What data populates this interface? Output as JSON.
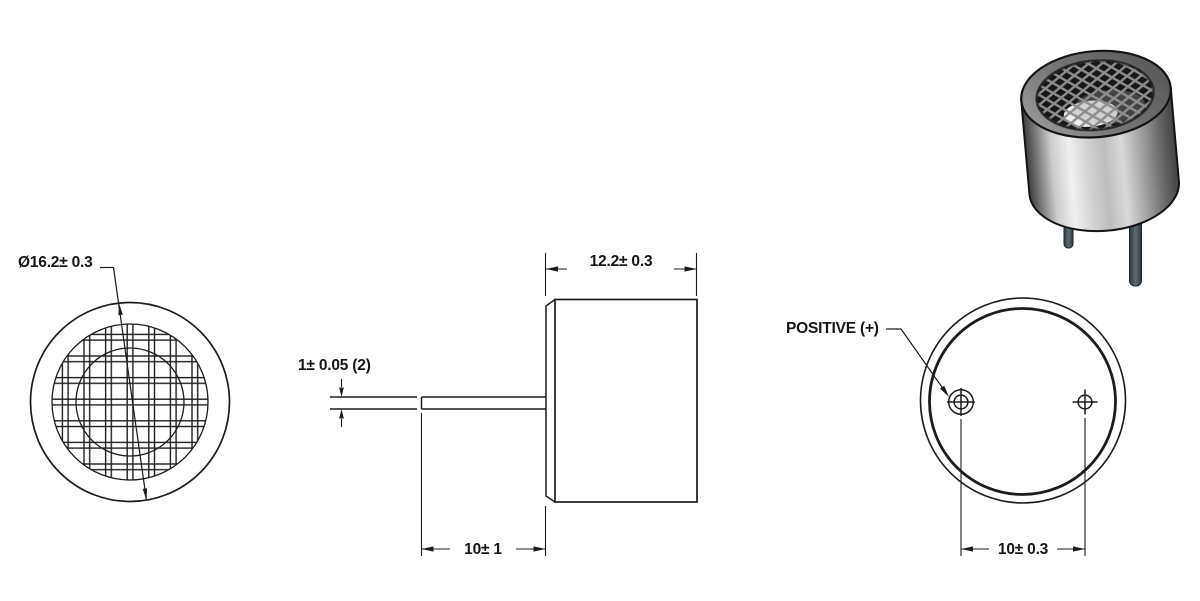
{
  "drawing": {
    "title": "ultrasonic-transducer-dimension-drawing",
    "front_view": {
      "diameter_label": "Ø16.2± 0.3"
    },
    "side_view": {
      "width_label": "12.2± 0.3",
      "pin_thickness_label": "1± 0.05 (2)",
      "pin_length_label": "10± 1"
    },
    "back_view": {
      "positive_label": "POSITIVE (+)",
      "pin_spacing_label": "10± 0.3"
    },
    "colors": {
      "line": "#1c1c1c",
      "text": "#161616",
      "background": "#ffffff",
      "metal_light": "#efefef",
      "metal_dark": "#474747",
      "pin_metal": "#45525a"
    }
  }
}
